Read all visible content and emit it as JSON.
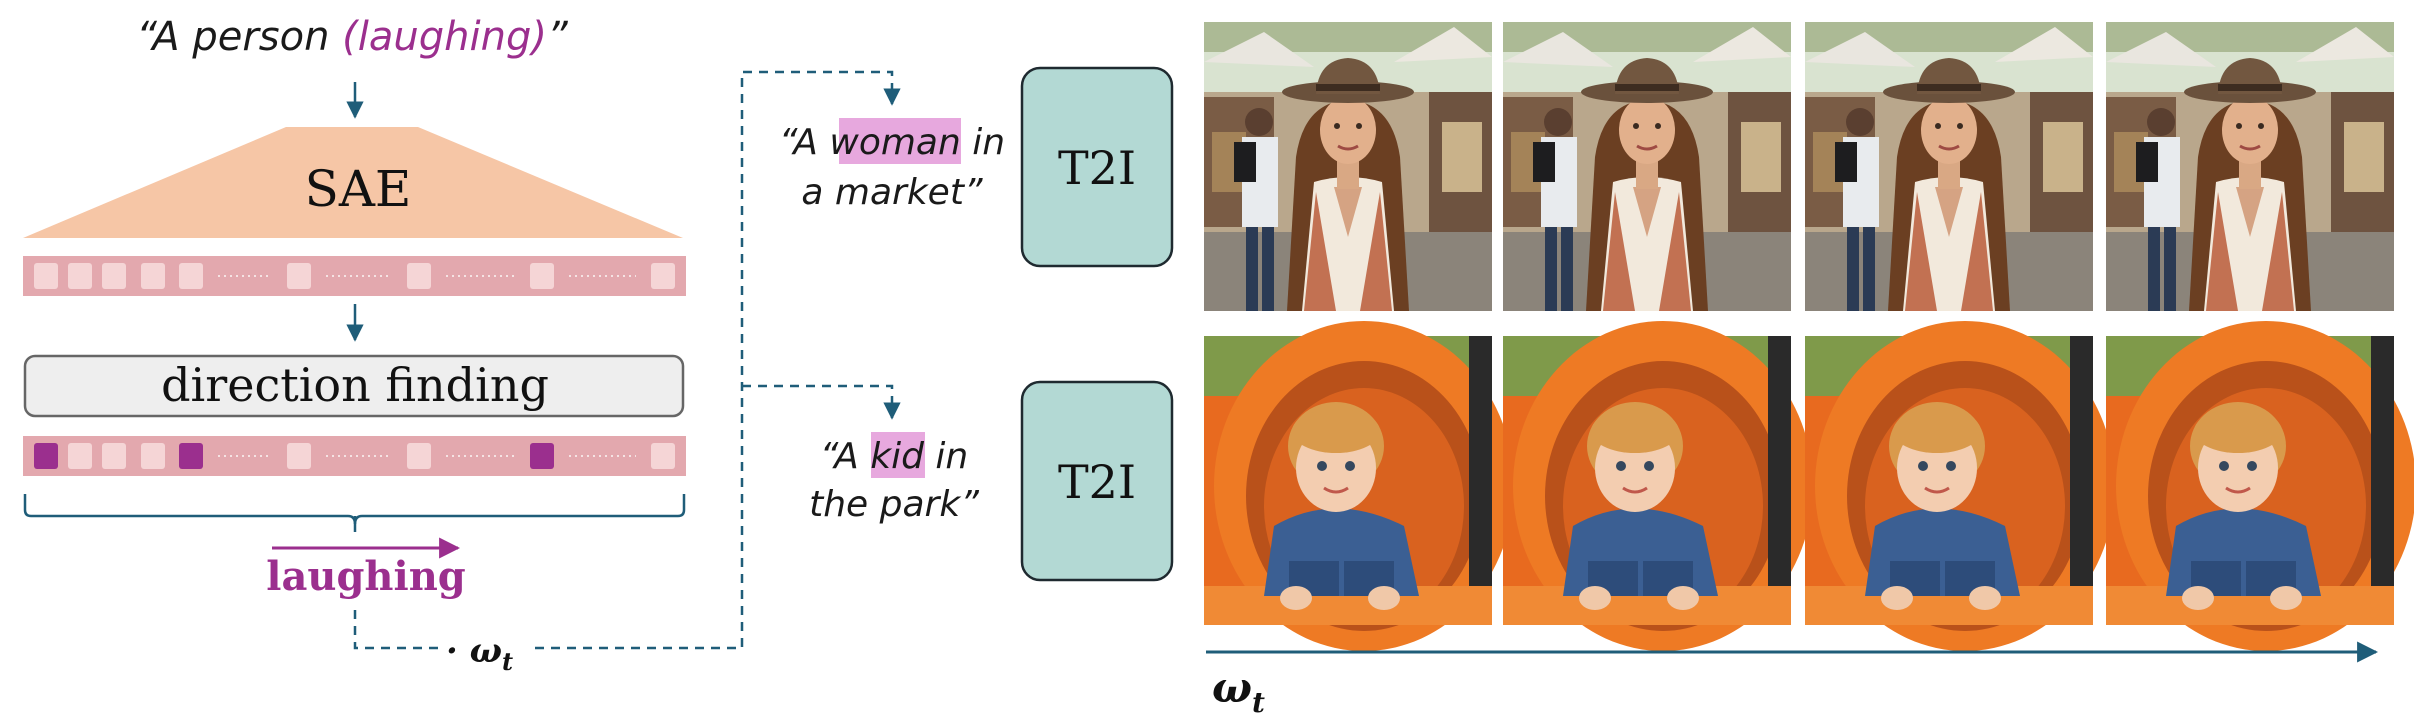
{
  "prompt": {
    "open_quote": "“A person ",
    "keyword": "(laughing)",
    "close_quote": "”"
  },
  "sae_label": "SAE",
  "direction_label": "direction finding",
  "feature_label": "laughing",
  "scale_label": "· ω",
  "scale_subscript": "t",
  "rows": [
    {
      "prompt_line1_pre": "“A ",
      "prompt_highlight": "woman",
      "prompt_line1_post": " in",
      "prompt_line2": "a market”",
      "model_label": "T2I",
      "images": [
        "woman-neutral-image",
        "woman-slight-smile-image",
        "woman-smiling-image",
        "woman-laughing-image"
      ]
    },
    {
      "prompt_line1_pre": "“A ",
      "prompt_highlight": "kid",
      "prompt_line1_post": " in",
      "prompt_line2": "the park”",
      "model_label": "T2I",
      "images": [
        "kid-neutral-image",
        "kid-slight-smile-image",
        "kid-smiling-image",
        "kid-laughing-image"
      ]
    }
  ],
  "axis_label": "ω",
  "axis_subscript": "t",
  "colors": {
    "accent_purple": "#9b2f8e",
    "line_blue": "#1f5d79",
    "sae_fill": "#f6c6a6",
    "latent_bar": "#e3a8ae",
    "latent_cell": "#f5d5d6",
    "active_cell": "#9b2f8e",
    "direction_box": "#eeeeee",
    "t2i_box": "#b3d9d4",
    "highlight": "#e7a8de"
  }
}
